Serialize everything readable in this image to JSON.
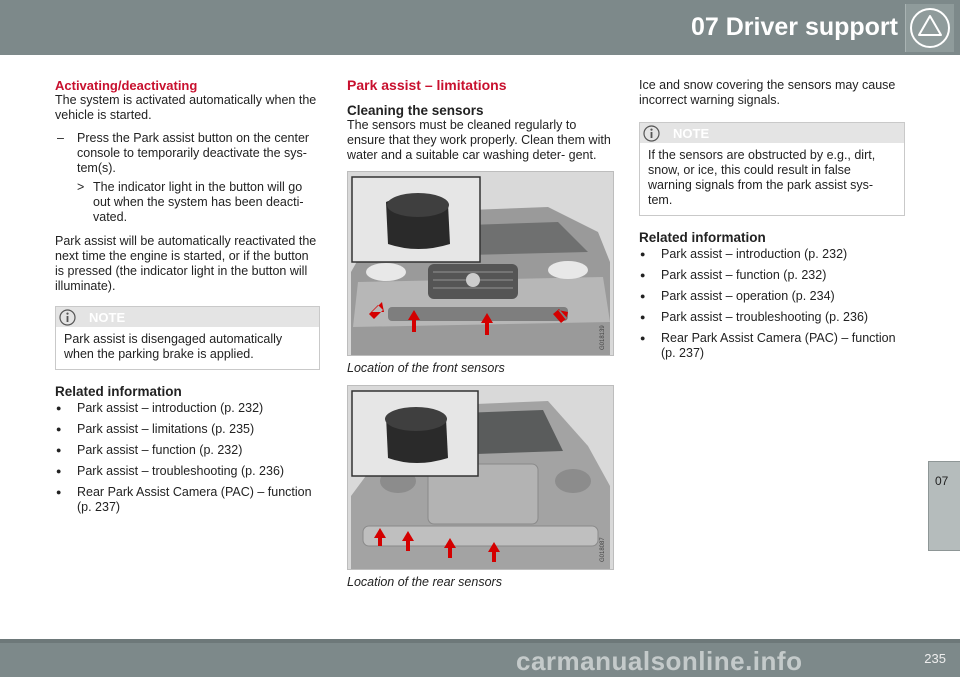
{
  "header": {
    "title": "07 Driver support",
    "warning_icon": "warning-triangle-icon"
  },
  "side_tab": {
    "label": "07"
  },
  "footer": {
    "page_number": "235",
    "watermark": "carmanualsonline.info"
  },
  "col1": {
    "subheading": "Activating/deactivating",
    "intro": "The system is activated automatically when the vehicle is started.",
    "step_mark": "–",
    "step": "Press the Park assist button on the center console to temporarily deactivate the sys- tem(s).",
    "result_mark": ">",
    "result": "The indicator light in the button will go out when the system has been deacti- vated.",
    "para": "Park assist will be automatically reactivated the next time the engine is started, or if the button is pressed (the indicator light in the button will illuminate).",
    "note": {
      "label": "NOTE",
      "text": "Park assist is disengaged automatically when the parking brake is applied."
    },
    "related_heading": "Related information",
    "related": [
      "Park assist – introduction (p. 232)",
      "Park assist – limitations (p. 235)",
      "Park assist – function (p. 232)",
      "Park assist – troubleshooting (p. 236)",
      "Rear Park Assist Camera (PAC) – function (p. 237)"
    ]
  },
  "col2": {
    "section_title": "Park assist – limitations",
    "heading": "Cleaning the sensors",
    "text": "The sensors must be cleaned regularly to ensure that they work properly. Clean them with water and a suitable car washing deter- gent.",
    "figure1": {
      "code": "G018139",
      "caption": "Location of the front sensors"
    },
    "figure2": {
      "code": "G018087",
      "caption": "Location of the rear sensors"
    }
  },
  "col3": {
    "text": "Ice and snow covering the sensors may cause incorrect warning signals.",
    "note": {
      "label": "NOTE",
      "text": "If the sensors are obstructed by e.g., dirt, snow, or ice, this could result in false warning signals from the park assist sys- tem."
    },
    "related_heading": "Related information",
    "related": [
      "Park assist – introduction (p. 232)",
      "Park assist – function (p. 232)",
      "Park assist – operation (p. 234)",
      "Park assist – troubleshooting (p. 236)",
      "Rear Park Assist Camera (PAC) – function (p. 237)"
    ]
  },
  "colors": {
    "header": "#7d898a",
    "accent_red": "#c8102e",
    "note_bar": "#e4e4e4"
  }
}
